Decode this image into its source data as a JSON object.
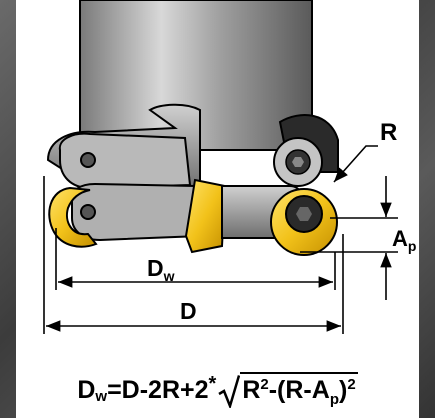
{
  "labels": {
    "R": "R",
    "Ap": "A",
    "Ap_sub": "p",
    "Dw": "D",
    "Dw_sub": "w",
    "D": "D"
  },
  "formula": {
    "lhs": "D",
    "lhs_sub": "w",
    "eq_part": "=D-2R+2",
    "star": "*",
    "radicand_a": "R",
    "radicand_a_sup": "2",
    "radicand_b": "-(R-A",
    "radicand_b_sub": "p",
    "radicand_c": ")",
    "radicand_c_sup": "2"
  },
  "colors": {
    "insert_yellow": "#f2c21a",
    "tool_gray": "#9a9a9a",
    "outline": "#000000"
  }
}
